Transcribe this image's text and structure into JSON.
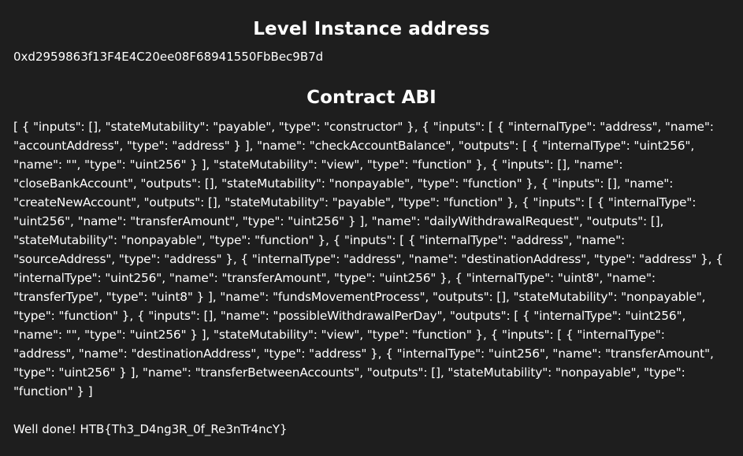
{
  "level": {
    "heading": "Level Instance address",
    "address": "0xd2959863f13F4E4C20ee08F68941550FbBec9B7d"
  },
  "abi": {
    "heading": "Contract ABI",
    "text": "[ { \"inputs\": [], \"stateMutability\": \"payable\", \"type\": \"constructor\" }, { \"inputs\": [ { \"internalType\": \"address\", \"name\": \"accountAddress\", \"type\": \"address\" } ], \"name\": \"checkAccountBalance\", \"outputs\": [ { \"internalType\": \"uint256\", \"name\": \"\", \"type\": \"uint256\" } ], \"stateMutability\": \"view\", \"type\": \"function\" }, { \"inputs\": [], \"name\": \"closeBankAccount\", \"outputs\": [], \"stateMutability\": \"nonpayable\", \"type\": \"function\" }, { \"inputs\": [], \"name\": \"createNewAccount\", \"outputs\": [], \"stateMutability\": \"payable\", \"type\": \"function\" }, { \"inputs\": [ { \"internalType\": \"uint256\", \"name\": \"transferAmount\", \"type\": \"uint256\" } ], \"name\": \"dailyWithdrawalRequest\", \"outputs\": [], \"stateMutability\": \"nonpayable\", \"type\": \"function\" }, { \"inputs\": [ { \"internalType\": \"address\", \"name\": \"sourceAddress\", \"type\": \"address\" }, { \"internalType\": \"address\", \"name\": \"destinationAddress\", \"type\": \"address\" }, { \"internalType\": \"uint256\", \"name\": \"transferAmount\", \"type\": \"uint256\" }, { \"internalType\": \"uint8\", \"name\": \"transferType\", \"type\": \"uint8\" } ], \"name\": \"fundsMovementProcess\", \"outputs\": [], \"stateMutability\": \"nonpayable\", \"type\": \"function\" }, { \"inputs\": [], \"name\": \"possibleWithdrawalPerDay\", \"outputs\": [ { \"internalType\": \"uint256\", \"name\": \"\", \"type\": \"uint256\" } ], \"stateMutability\": \"view\", \"type\": \"function\" }, { \"inputs\": [ { \"internalType\": \"address\", \"name\": \"destinationAddress\", \"type\": \"address\" }, { \"internalType\": \"uint256\", \"name\": \"transferAmount\", \"type\": \"uint256\" } ], \"name\": \"transferBetweenAccounts\", \"outputs\": [], \"stateMutability\": \"nonpayable\", \"type\": \"function\" } ]"
  },
  "result": {
    "message": "Well done! HTB{Th3_D4ng3R_0f_Re3nTr4ncY}"
  }
}
